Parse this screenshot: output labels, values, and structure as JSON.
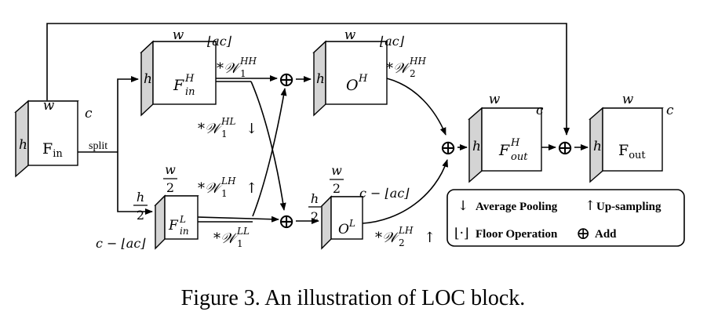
{
  "caption": "Figure 3. An illustration of LOC block.",
  "split_label": "split",
  "blocks": {
    "f_in": {
      "base": "F",
      "sub": "in",
      "width": "w",
      "height": "h",
      "depth": "c"
    },
    "f_in_h": {
      "base": "F",
      "sup": "H",
      "sub": "in",
      "width": "w",
      "height": "h",
      "depth": "⌊ac⌋"
    },
    "f_in_l": {
      "base": "F",
      "sup": "L",
      "sub": "in",
      "width_num": "w",
      "width_den": "2",
      "height_num": "h",
      "height_den": "2",
      "depth": "c − ⌊ac⌋"
    },
    "o_h": {
      "base": "O",
      "sup": "H",
      "width": "w",
      "height": "h",
      "depth": "⌊ac⌋"
    },
    "o_l": {
      "base": "O",
      "sup": "L",
      "width_num": "w",
      "width_den": "2",
      "height_num": "h",
      "height_den": "2",
      "depth": "c − ⌊ac⌋"
    },
    "f_out_h": {
      "base": "F",
      "sup": "H",
      "sub": "out",
      "width": "w",
      "height": "h",
      "depth": "c"
    },
    "f_out": {
      "base": "F",
      "sub": "out",
      "width": "w",
      "height": "h",
      "depth": "c"
    }
  },
  "weights": {
    "w1_hh": {
      "prefix": "*",
      "base": "𝒲",
      "sub": "1",
      "sup": "HH"
    },
    "w1_hl": {
      "prefix": "*",
      "base": "𝒲",
      "sub": "1",
      "sup": "HL",
      "arrow": "↓"
    },
    "w1_lh": {
      "prefix": "*",
      "base": "𝒲",
      "sub": "1",
      "sup": "LH",
      "arrow": "↑"
    },
    "w1_ll": {
      "prefix": "*",
      "base": "𝒲",
      "sub": "1",
      "sup": "LL"
    },
    "w2_hh": {
      "prefix": "*",
      "base": "𝒲",
      "sub": "2",
      "sup": "HH"
    },
    "w2_lh": {
      "prefix": "*",
      "base": "𝒲",
      "sub": "2",
      "sup": "LH",
      "arrow": "↑"
    }
  },
  "add_symbol": "⊕",
  "legend": {
    "pool_symbol": "↓",
    "pool_label": "Average Pooling",
    "up_symbol": "↑",
    "up_label": "Up-sampling",
    "floor_symbol": "⌊·⌋",
    "floor_label": "Floor Operation",
    "add_symbol": "⊕",
    "add_label": "Add"
  }
}
